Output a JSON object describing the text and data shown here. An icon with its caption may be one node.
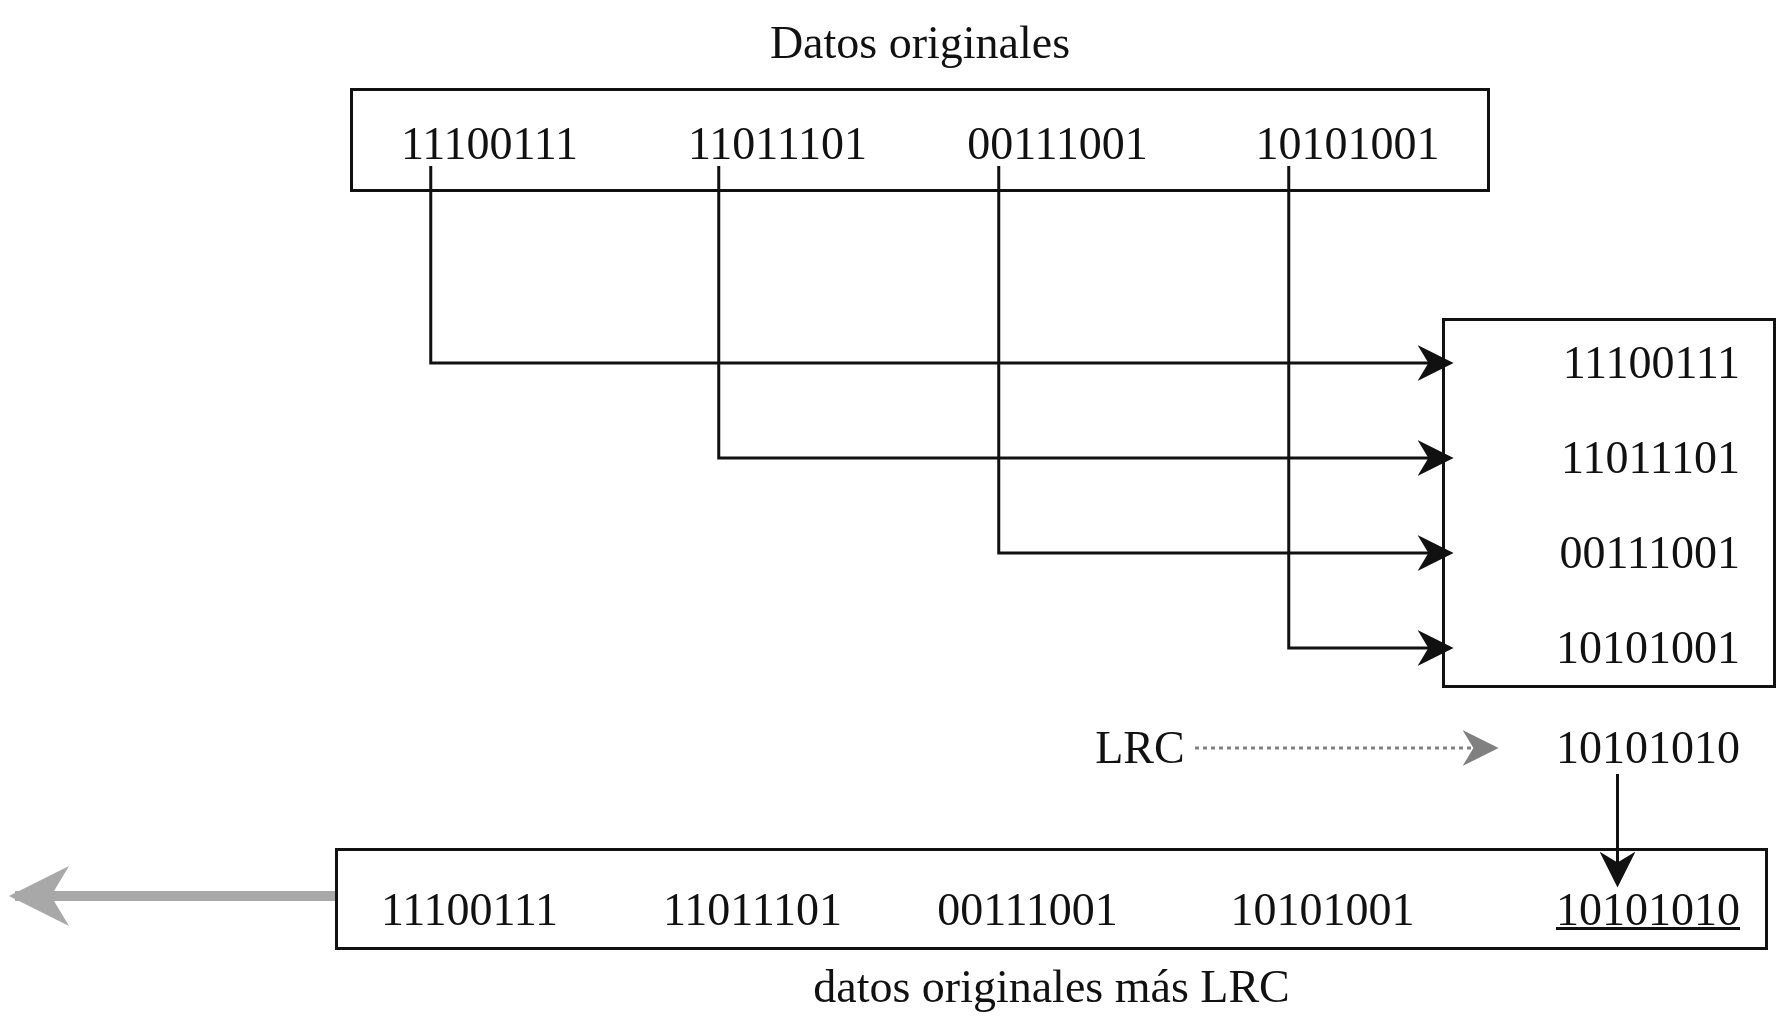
{
  "diagram": {
    "nodes": [
      {
        "text": [
          "Datos originales"
        ]
      },
      {
        "text": [
          "11100111"
        ],
        "in": 0
      },
      {
        "text": [
          "11011101"
        ],
        "in": 0
      },
      {
        "text": [
          "00111001"
        ],
        "in": 0
      },
      {
        "text": [
          "10101001"
        ],
        "in": 0
      },
      {
        "text": [],
        "shape": "box"
      },
      {
        "text": [
          "11100111"
        ],
        "in": 5
      },
      {
        "text": [
          "11011101"
        ],
        "in": 5
      },
      {
        "text": [
          "00111001"
        ],
        "in": 5
      },
      {
        "text": [
          "10101001"
        ],
        "in": 5
      },
      {
        "text": [
          "LRC"
        ]
      },
      {
        "text": [
          "10101010"
        ]
      },
      {
        "text": [
          "datos originales más LRC"
        ]
      },
      {
        "text": [
          "11100111"
        ],
        "in": 12
      },
      {
        "text": [
          "11011101"
        ],
        "in": 12
      },
      {
        "text": [
          "00111001"
        ],
        "in": 12
      },
      {
        "text": [
          "10101001"
        ],
        "in": 12
      },
      {
        "text": [
          "10101010"
        ],
        "in": 12
      }
    ],
    "edges": [
      {
        "from": 1,
        "to": 6,
        "arrow": "to"
      },
      {
        "from": 2,
        "to": 7,
        "arrow": "to"
      },
      {
        "from": 3,
        "to": 8,
        "arrow": "to"
      },
      {
        "from": 4,
        "to": 9,
        "arrow": "to"
      },
      {
        "from": 10,
        "to": 11,
        "arrow": "to",
        "style": "dashed",
        "color": "#808080"
      },
      {
        "from": 11,
        "to": 17,
        "arrow": "to"
      },
      {
        "from": 12,
        "to": null,
        "arrow": "to",
        "style": "thick",
        "color": "#a8a8a8"
      }
    ]
  }
}
